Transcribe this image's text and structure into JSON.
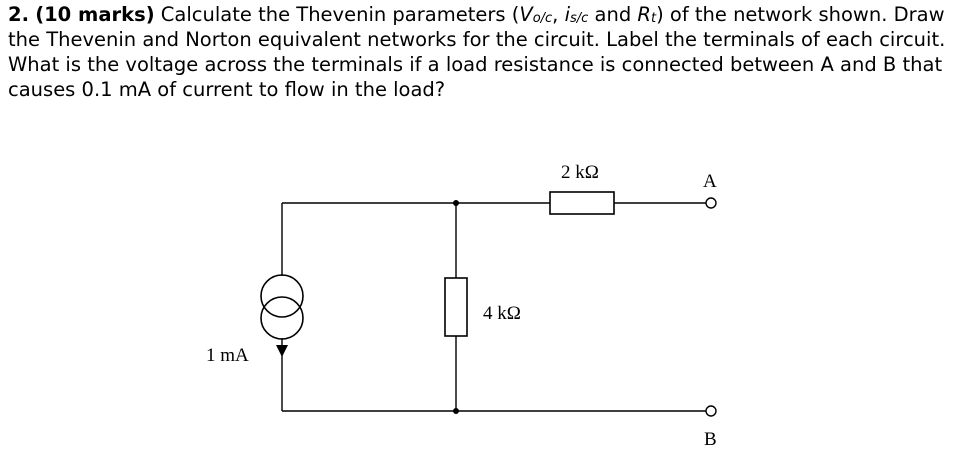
{
  "question": {
    "number": "2.",
    "marks": "(10 marks)",
    "text_before": " Calculate the Thevenin parameters (",
    "voc_main": "V",
    "voc_sub": "o/c",
    "sep1": ", ",
    "isc_main": "i",
    "isc_sub": "s/c",
    "sep2": " and ",
    "rt_main": "R",
    "rt_sub": "t",
    "text_after": ") of the network shown. Draw the Thevenin and Norton equivalent networks for the circuit. Label the terminals of each circuit.",
    "line2": "What is the voltage across the terminals if a load resistance is connected between A and B that",
    "line3": "causes 0.1 mA of current to flow in the load?"
  },
  "circuit": {
    "current_source_label": "1 mA",
    "shunt_resistor_label": "4 kΩ",
    "series_resistor_label": "2 kΩ",
    "terminal_a_label": "A",
    "terminal_b_label": "B"
  }
}
